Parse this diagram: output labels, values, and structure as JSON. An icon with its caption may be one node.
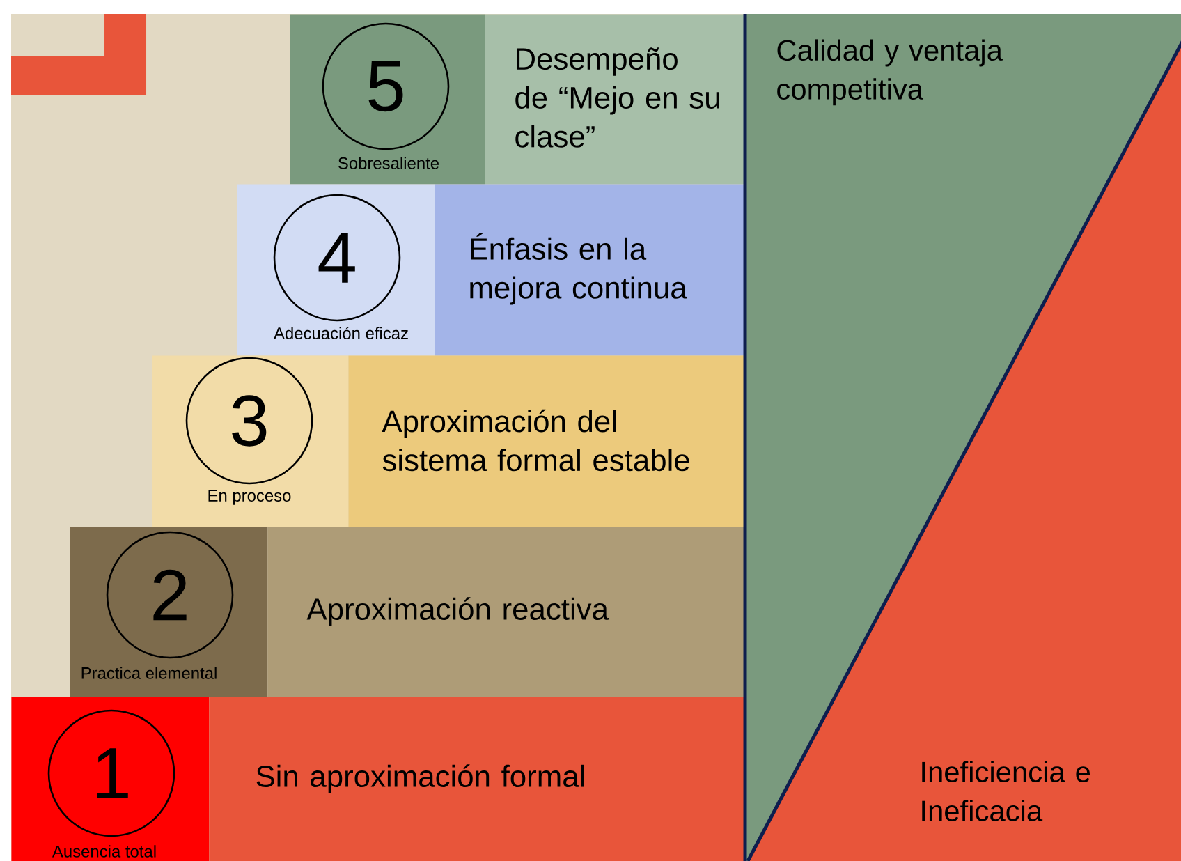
{
  "diagram": {
    "nodes": [
      {
        "text": [
          "Sobresaliente"
        ]
      },
      {
        "text": [
          "5"
        ],
        "in": 0
      },
      {
        "text": [
          "Desempeño de “Mejo en su clase”"
        ]
      },
      {
        "text": [
          "Adecuación eficaz"
        ]
      },
      {
        "text": [
          "4"
        ],
        "in": 3
      },
      {
        "text": [
          "Énfasis en la mejora continua"
        ]
      },
      {
        "text": [
          "En proceso"
        ]
      },
      {
        "text": [
          "3"
        ],
        "in": 6
      },
      {
        "text": [
          "Aproximación del sistema formal estable"
        ]
      },
      {
        "text": [
          "Practica elemental"
        ]
      },
      {
        "text": [
          "2"
        ],
        "in": 9
      },
      {
        "text": [
          "Aproximación reactiva"
        ]
      },
      {
        "text": [
          "Ausencia total"
        ]
      },
      {
        "text": [
          "1"
        ],
        "in": 12
      },
      {
        "text": [
          "Sin aproximación formal"
        ]
      },
      {
        "text": [
          "Calidad y ventaja competitiva"
        ]
      },
      {
        "text": [
          "Ineficiencia e Ineficacia"
        ]
      }
    ]
  }
}
